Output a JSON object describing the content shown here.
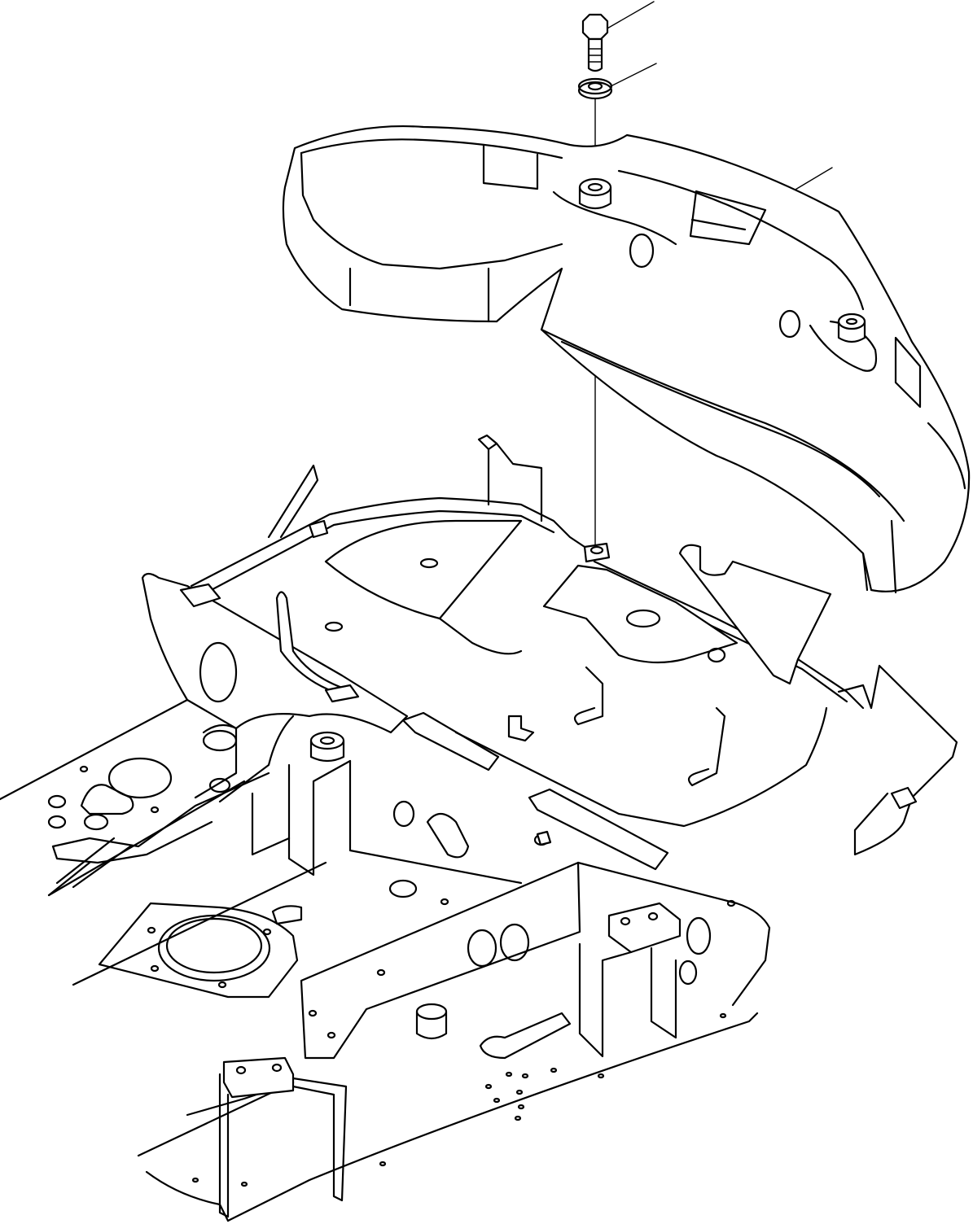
{
  "diagram": {
    "parts": [
      {
        "id": "bolt",
        "kind": "fastener"
      },
      {
        "id": "washer",
        "kind": "fastener"
      },
      {
        "id": "counterweight",
        "kind": "casting"
      },
      {
        "id": "revolving-frame",
        "kind": "frame"
      }
    ],
    "leader_lines": 3,
    "callout_labels": []
  },
  "colors": {
    "line": "#000000",
    "background": "#ffffff"
  }
}
